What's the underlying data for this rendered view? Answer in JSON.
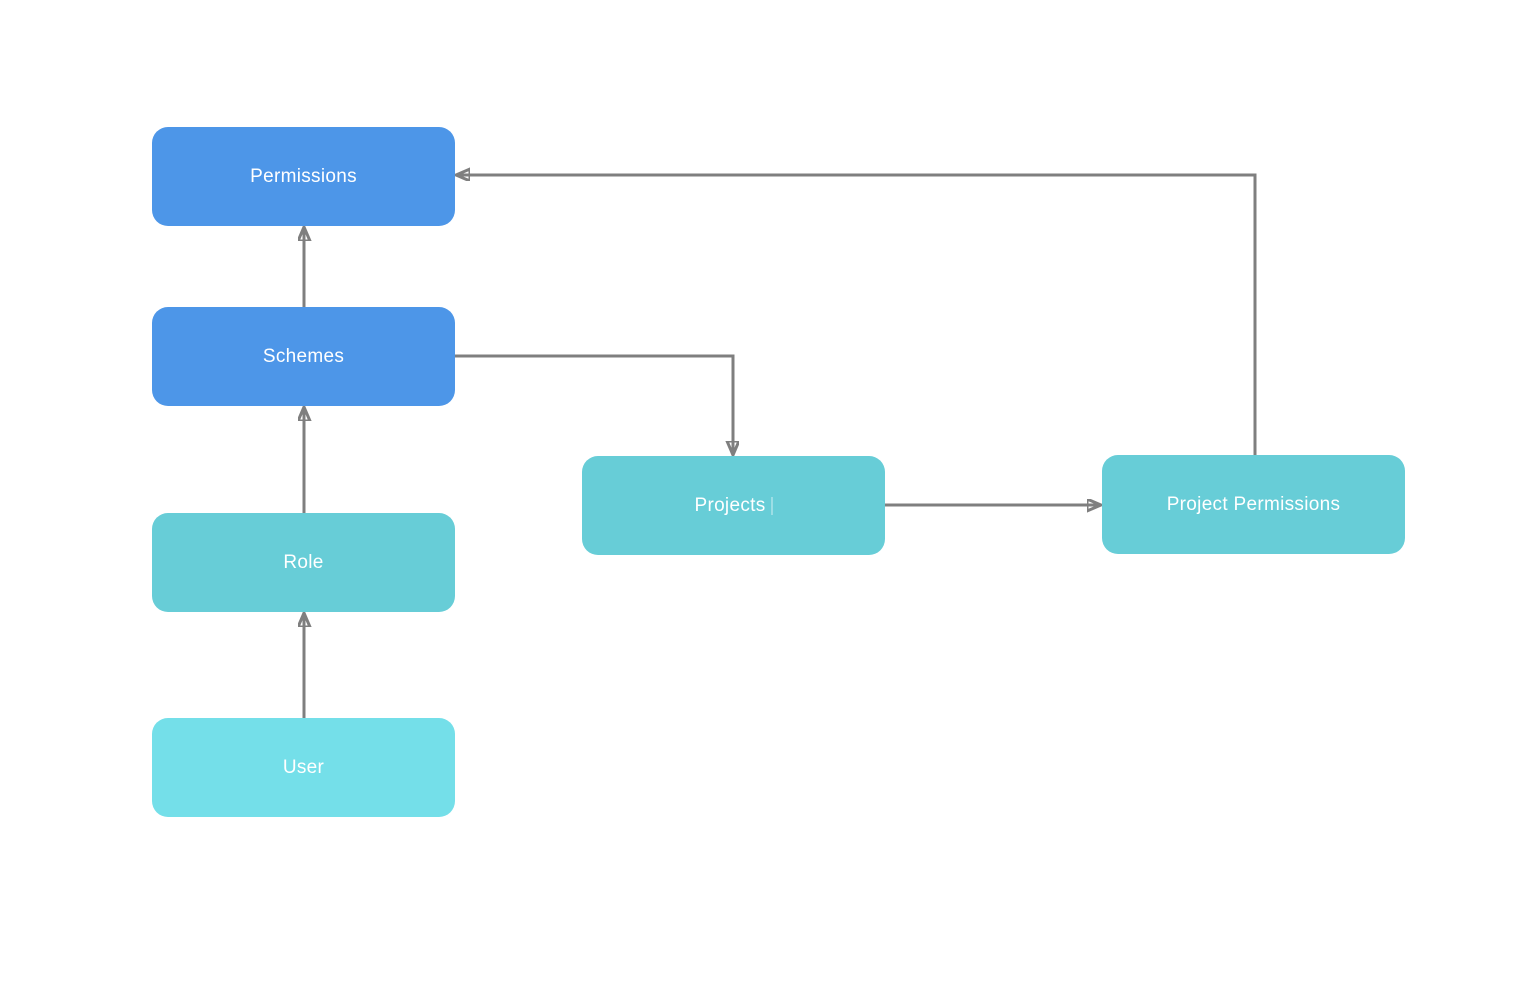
{
  "diagram": {
    "background_color": "#ffffff",
    "connector_color": "#7f7f7f",
    "node_colors": {
      "blue": "#4d96e8",
      "teal": "#67cdd7",
      "cyan": "#74dfe9"
    },
    "text_color": "#ffffff",
    "nodes": [
      {
        "id": "permissions",
        "label": "Permissions",
        "fill": "#4d96e8"
      },
      {
        "id": "schemes",
        "label": "Schemes",
        "fill": "#4d96e8"
      },
      {
        "id": "role",
        "label": "Role",
        "fill": "#67cdd7"
      },
      {
        "id": "user",
        "label": "User",
        "fill": "#74dfe9"
      },
      {
        "id": "projects",
        "label": "Projects",
        "fill": "#67cdd7"
      },
      {
        "id": "project_permissions",
        "label": "Project Permissions",
        "fill": "#67cdd7"
      }
    ],
    "edges": [
      {
        "from": "user",
        "to": "role",
        "direction": "up"
      },
      {
        "from": "role",
        "to": "schemes",
        "direction": "up"
      },
      {
        "from": "schemes",
        "to": "permissions",
        "direction": "up"
      },
      {
        "from": "schemes",
        "to": "projects",
        "direction": "right-then-down"
      },
      {
        "from": "projects",
        "to": "project_permissions",
        "direction": "right"
      },
      {
        "from": "project_permissions",
        "to": "permissions",
        "direction": "up-then-left"
      }
    ]
  }
}
